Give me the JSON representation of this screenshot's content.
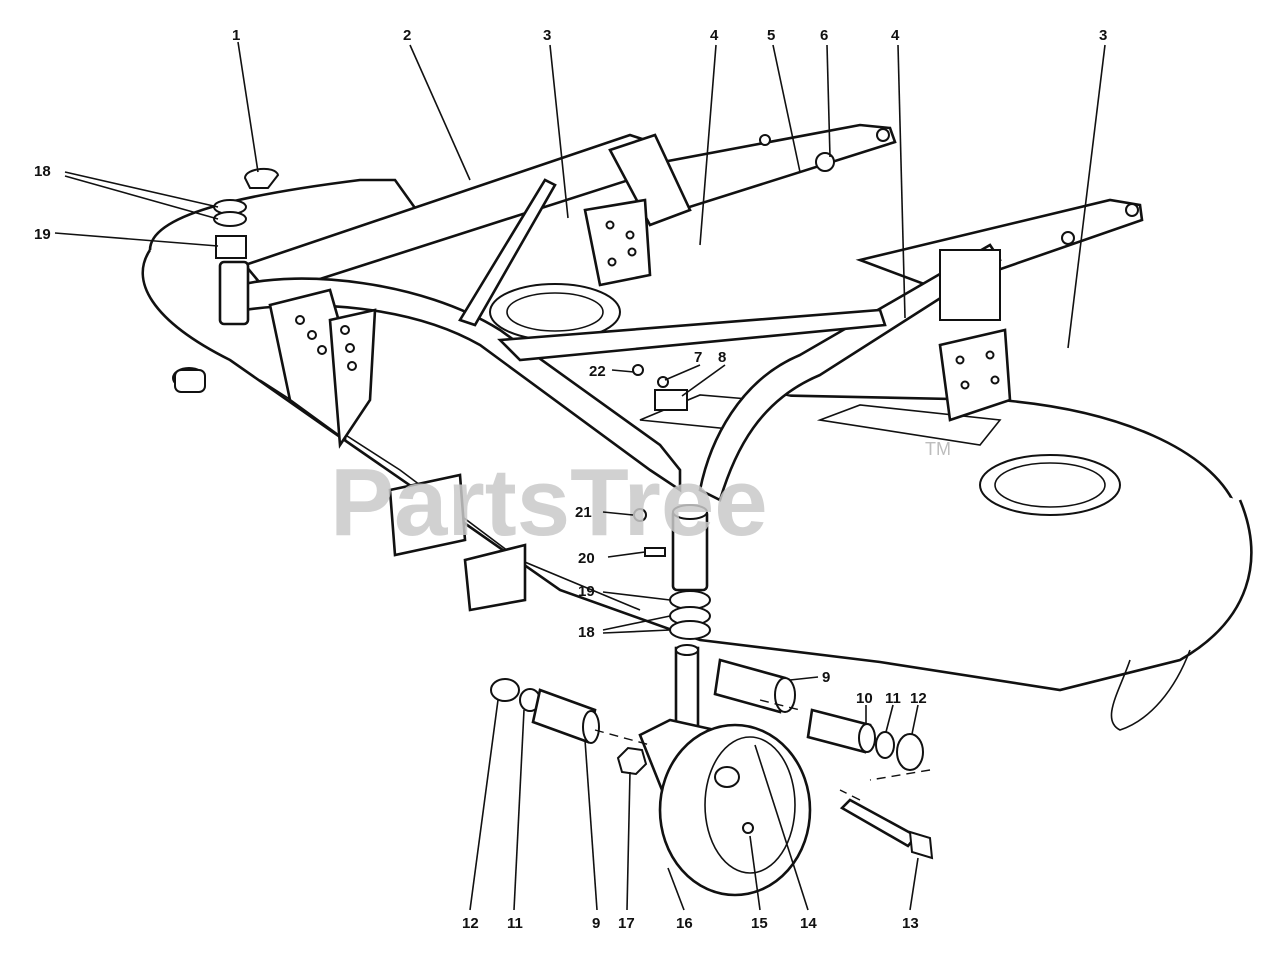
{
  "watermark": {
    "text": "PartsTree",
    "trademark": "TM"
  },
  "callouts": [
    {
      "id": "c1",
      "label": "1"
    },
    {
      "id": "c2",
      "label": "2"
    },
    {
      "id": "c3a",
      "label": "3"
    },
    {
      "id": "c4a",
      "label": "4"
    },
    {
      "id": "c5",
      "label": "5"
    },
    {
      "id": "c6",
      "label": "6"
    },
    {
      "id": "c4b",
      "label": "4"
    },
    {
      "id": "c3b",
      "label": "3"
    },
    {
      "id": "c18a",
      "label": "18"
    },
    {
      "id": "c19a",
      "label": "19"
    },
    {
      "id": "c7",
      "label": "7"
    },
    {
      "id": "c8",
      "label": "8"
    },
    {
      "id": "c22",
      "label": "22"
    },
    {
      "id": "c21",
      "label": "21"
    },
    {
      "id": "c20",
      "label": "20"
    },
    {
      "id": "c19b",
      "label": "19"
    },
    {
      "id": "c18b",
      "label": "18"
    },
    {
      "id": "c9a",
      "label": "9"
    },
    {
      "id": "c10",
      "label": "10"
    },
    {
      "id": "c11a",
      "label": "11"
    },
    {
      "id": "c12a",
      "label": "12"
    },
    {
      "id": "c12b",
      "label": "12"
    },
    {
      "id": "c11b",
      "label": "11"
    },
    {
      "id": "c9b",
      "label": "9"
    },
    {
      "id": "c17",
      "label": "17"
    },
    {
      "id": "c16",
      "label": "16"
    },
    {
      "id": "c15",
      "label": "15"
    },
    {
      "id": "c14",
      "label": "14"
    },
    {
      "id": "c13",
      "label": "13"
    }
  ]
}
